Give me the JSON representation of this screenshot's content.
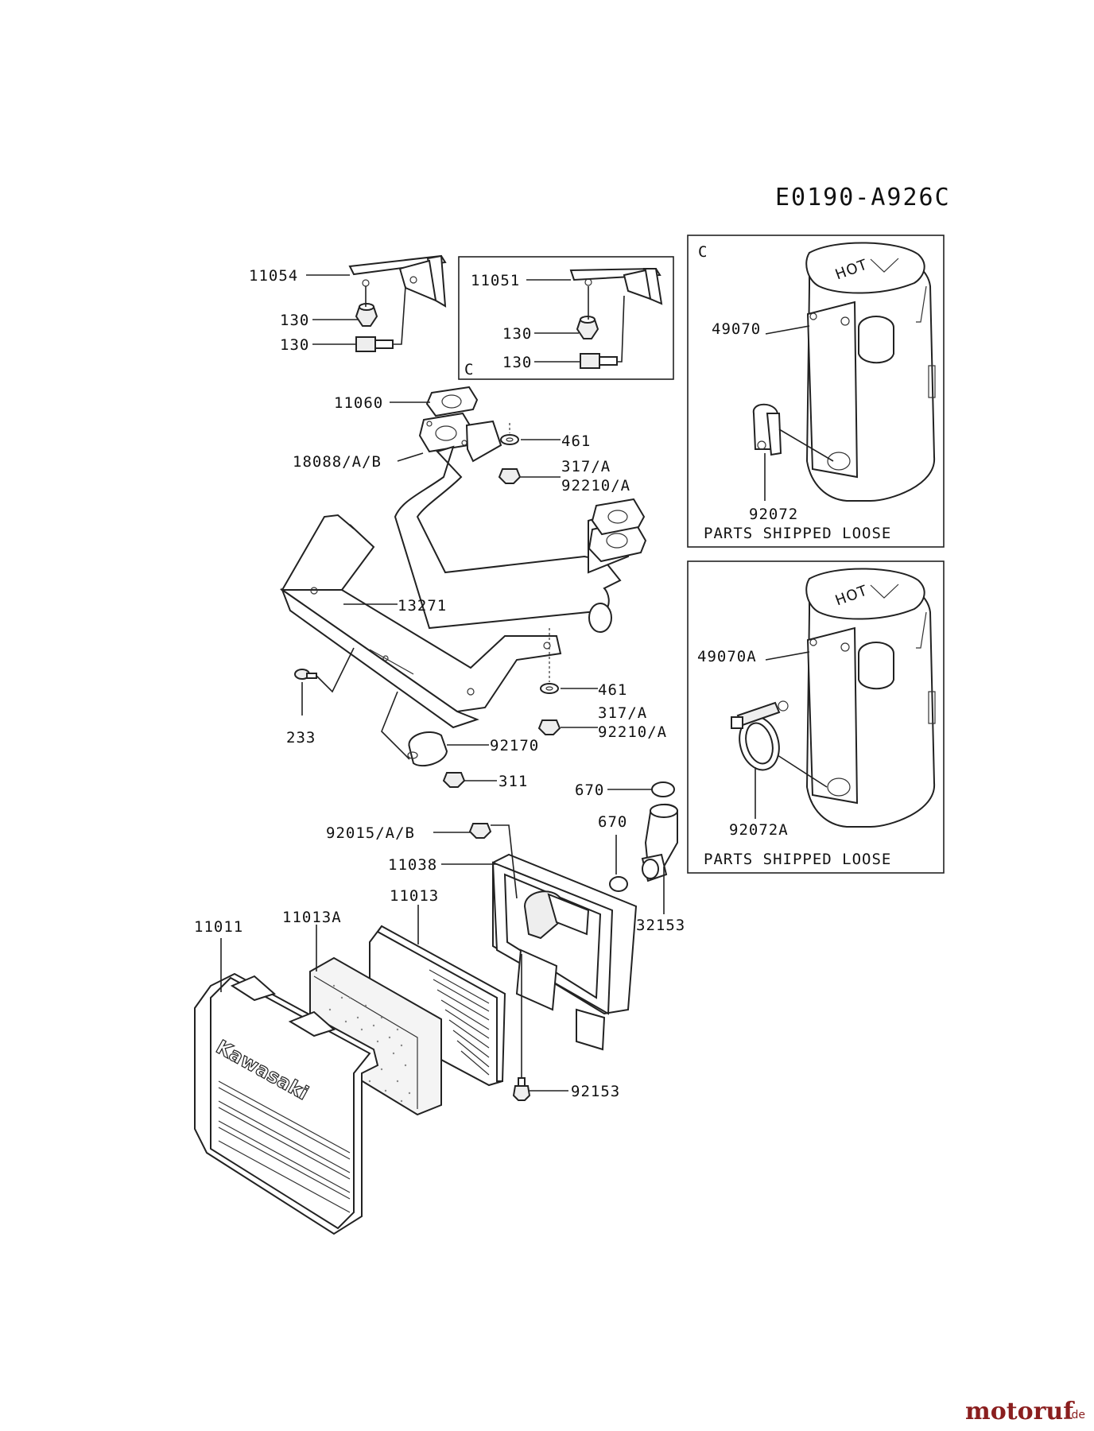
{
  "diagram_code": "E0190-A926C",
  "box_markers": {
    "bracket_box": "C",
    "muffler_top": "C"
  },
  "notes": {
    "top_box": "PARTS SHIPPED LOOSE",
    "bottom_box": "PARTS SHIPPED LOOSE"
  },
  "labels": {
    "p11054": "11054",
    "p130a": "130",
    "p130b": "130",
    "p11051": "11051",
    "p130c": "130",
    "p130d": "130",
    "p49070": "49070",
    "p92072": "92072",
    "p11060": "11060",
    "p18088": "18088/A/B",
    "p461a": "461",
    "p317a": "317/A",
    "p92210a": "92210/A",
    "p13271": "13271",
    "p233": "233",
    "p461b": "461",
    "p317b": "317/A",
    "p92210b": "92210/A",
    "p92170": "92170",
    "p311": "311",
    "p49070A": "49070A",
    "p92072A": "92072A",
    "p670a": "670",
    "p670b": "670",
    "p92015": "92015/A/B",
    "p11038": "11038",
    "p32153": "32153",
    "p11011": "11011",
    "p11013A": "11013A",
    "p11013": "11013",
    "p92153": "92153"
  },
  "cover_brand": "Kawasaki",
  "muffler_badge": "HOT",
  "watermark": {
    "name": "motoruf",
    "suffix": ".de"
  },
  "colors": {
    "line": "#222222",
    "watermark": "#8a1e1e"
  }
}
